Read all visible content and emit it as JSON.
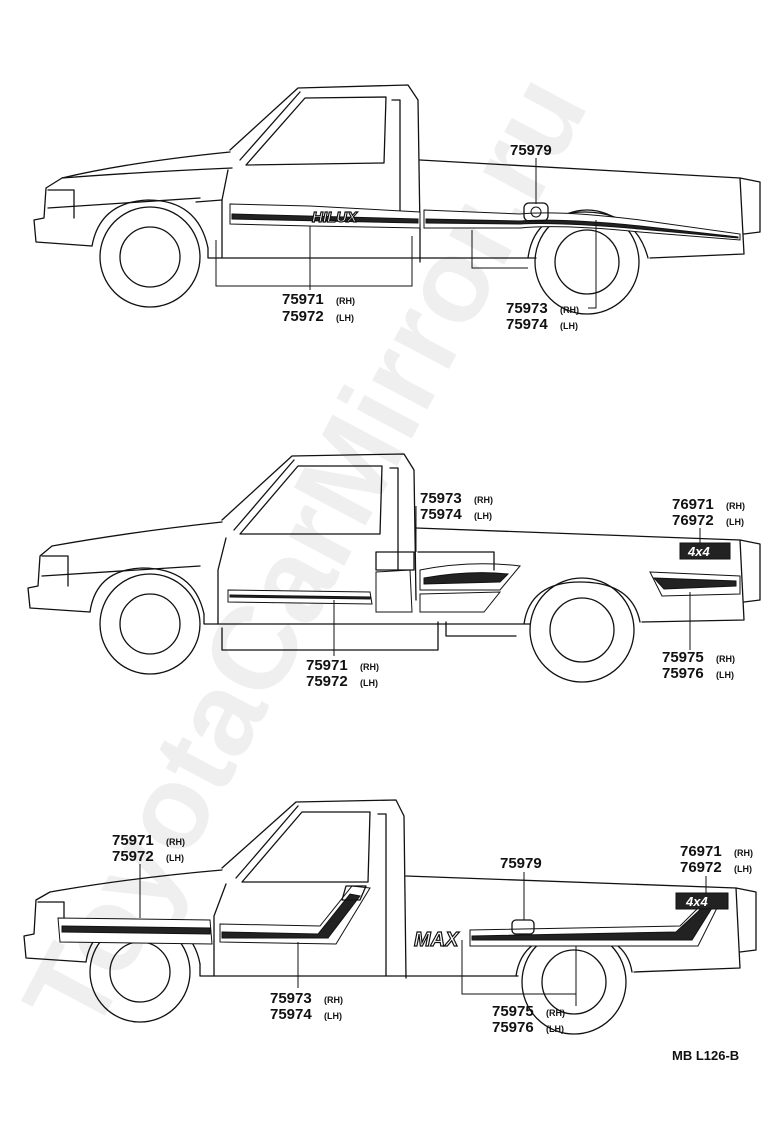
{
  "watermark": "ToyotaCarMirror.ru",
  "drawing_ref": "MB L126-B",
  "trucks": [
    {
      "badge": "HILUX",
      "callouts": [
        {
          "part": "75979",
          "side": ""
        },
        {
          "part": "75971",
          "side": "(RH)"
        },
        {
          "part": "75972",
          "side": "(LH)"
        },
        {
          "part": "75973",
          "side": "(RH)"
        },
        {
          "part": "75974",
          "side": "(LH)"
        }
      ]
    },
    {
      "badge": "4x4",
      "callouts": [
        {
          "part": "75973",
          "side": "(RH)"
        },
        {
          "part": "75974",
          "side": "(LH)"
        },
        {
          "part": "76971",
          "side": "(RH)"
        },
        {
          "part": "76972",
          "side": "(LH)"
        },
        {
          "part": "75971",
          "side": "(RH)"
        },
        {
          "part": "75972",
          "side": "(LH)"
        },
        {
          "part": "75975",
          "side": "(RH)"
        },
        {
          "part": "75976",
          "side": "(LH)"
        }
      ]
    },
    {
      "badge": "MAX",
      "badge2": "4x4",
      "callouts": [
        {
          "part": "75971",
          "side": "(RH)"
        },
        {
          "part": "75972",
          "side": "(LH)"
        },
        {
          "part": "75979",
          "side": ""
        },
        {
          "part": "76971",
          "side": "(RH)"
        },
        {
          "part": "76972",
          "side": "(LH)"
        },
        {
          "part": "75973",
          "side": "(RH)"
        },
        {
          "part": "75974",
          "side": "(LH)"
        },
        {
          "part": "75975",
          "side": "(RH)"
        },
        {
          "part": "75976",
          "side": "(LH)"
        }
      ]
    }
  ]
}
